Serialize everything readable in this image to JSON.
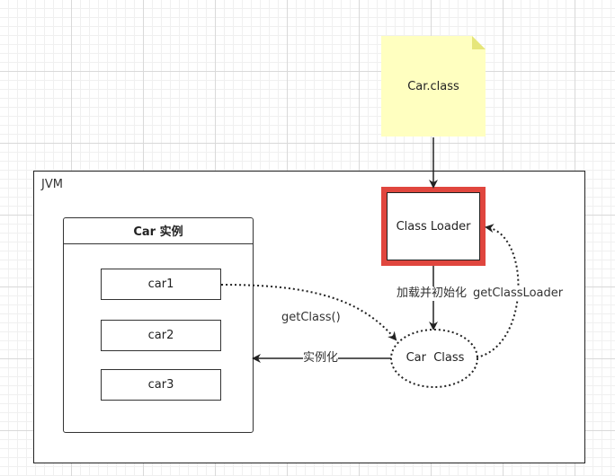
{
  "file": {
    "label": "Car.class",
    "fill": "#ffffc0",
    "fold": "#e6e67a"
  },
  "jvm": {
    "label": "JVM"
  },
  "car_instance": {
    "title": "Car 实例",
    "items": [
      "car1",
      "car2",
      "car3"
    ]
  },
  "class_loader": {
    "label": "Class Loader",
    "highlight": "#e0463e"
  },
  "car_class": {
    "label": "Car  Class"
  },
  "edges": {
    "load_init": "加载并初始化",
    "get_class_loader": "getClassLoader",
    "get_class": "getClass()",
    "instantiate": "实例化"
  }
}
